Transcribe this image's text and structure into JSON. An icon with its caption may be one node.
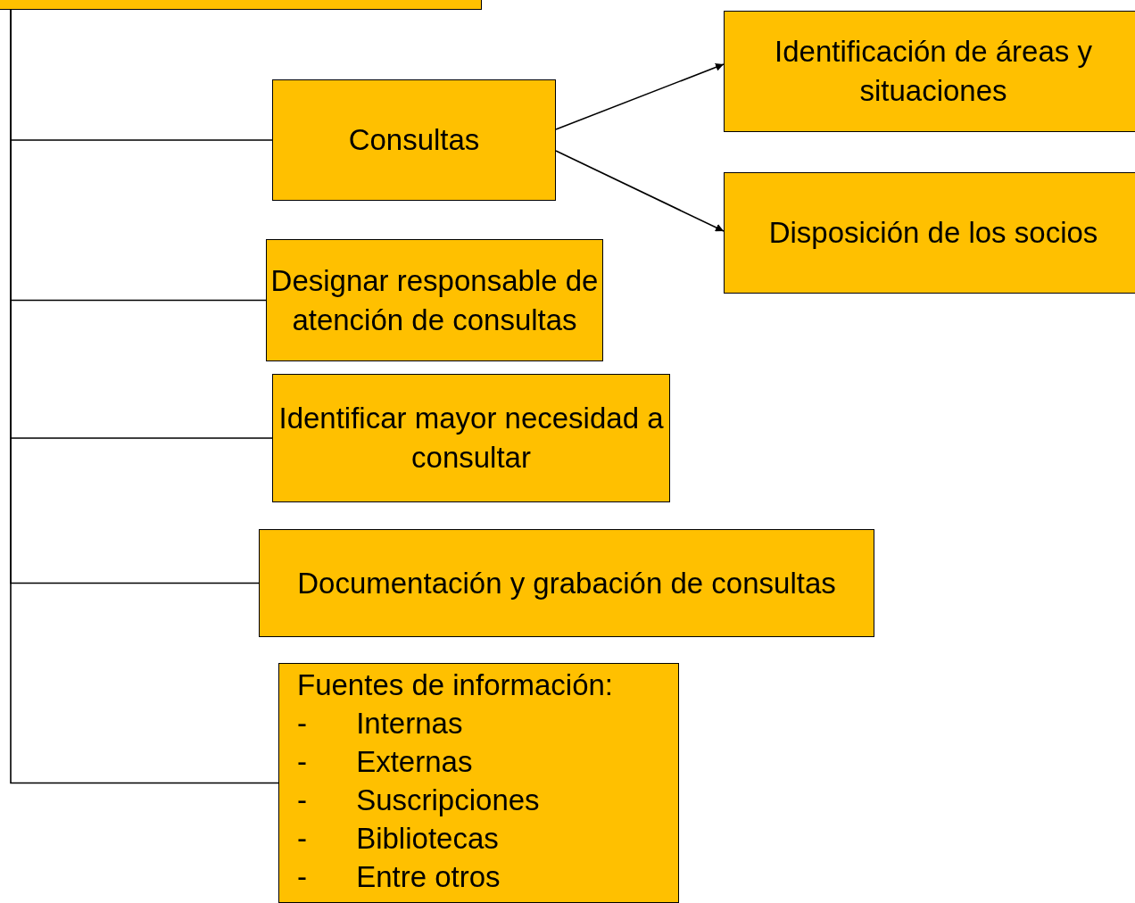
{
  "diagram": {
    "nodes": [
      {
        "text": [],
        "shape": "box"
      },
      {
        "text": [
          "Consultas"
        ]
      },
      {
        "text": [
          "Identificación de áreas y situaciones"
        ]
      },
      {
        "text": [
          "Disposición de los socios"
        ]
      },
      {
        "text": [
          "Designar responsable de atención de consultas"
        ]
      },
      {
        "text": [
          "Identificar mayor necesidad a consultar"
        ]
      },
      {
        "text": [
          "Documentación y grabación de consultas"
        ]
      },
      {
        "text": [
          "Fuentes de información:",
          "- Internas",
          "- Externas",
          "- Suscripciones",
          "- Bibliotecas",
          "- Entre otros"
        ]
      }
    ],
    "edges": [
      {
        "from": 0,
        "to": 1,
        "arrow": "none"
      },
      {
        "from": 1,
        "to": 2,
        "arrow": "to"
      },
      {
        "from": 1,
        "to": 3,
        "arrow": "to"
      },
      {
        "from": 0,
        "to": 4,
        "arrow": "none"
      },
      {
        "from": 0,
        "to": 5,
        "arrow": "none"
      },
      {
        "from": 0,
        "to": 6,
        "arrow": "none"
      },
      {
        "from": 0,
        "to": 7,
        "arrow": "none"
      }
    ]
  }
}
